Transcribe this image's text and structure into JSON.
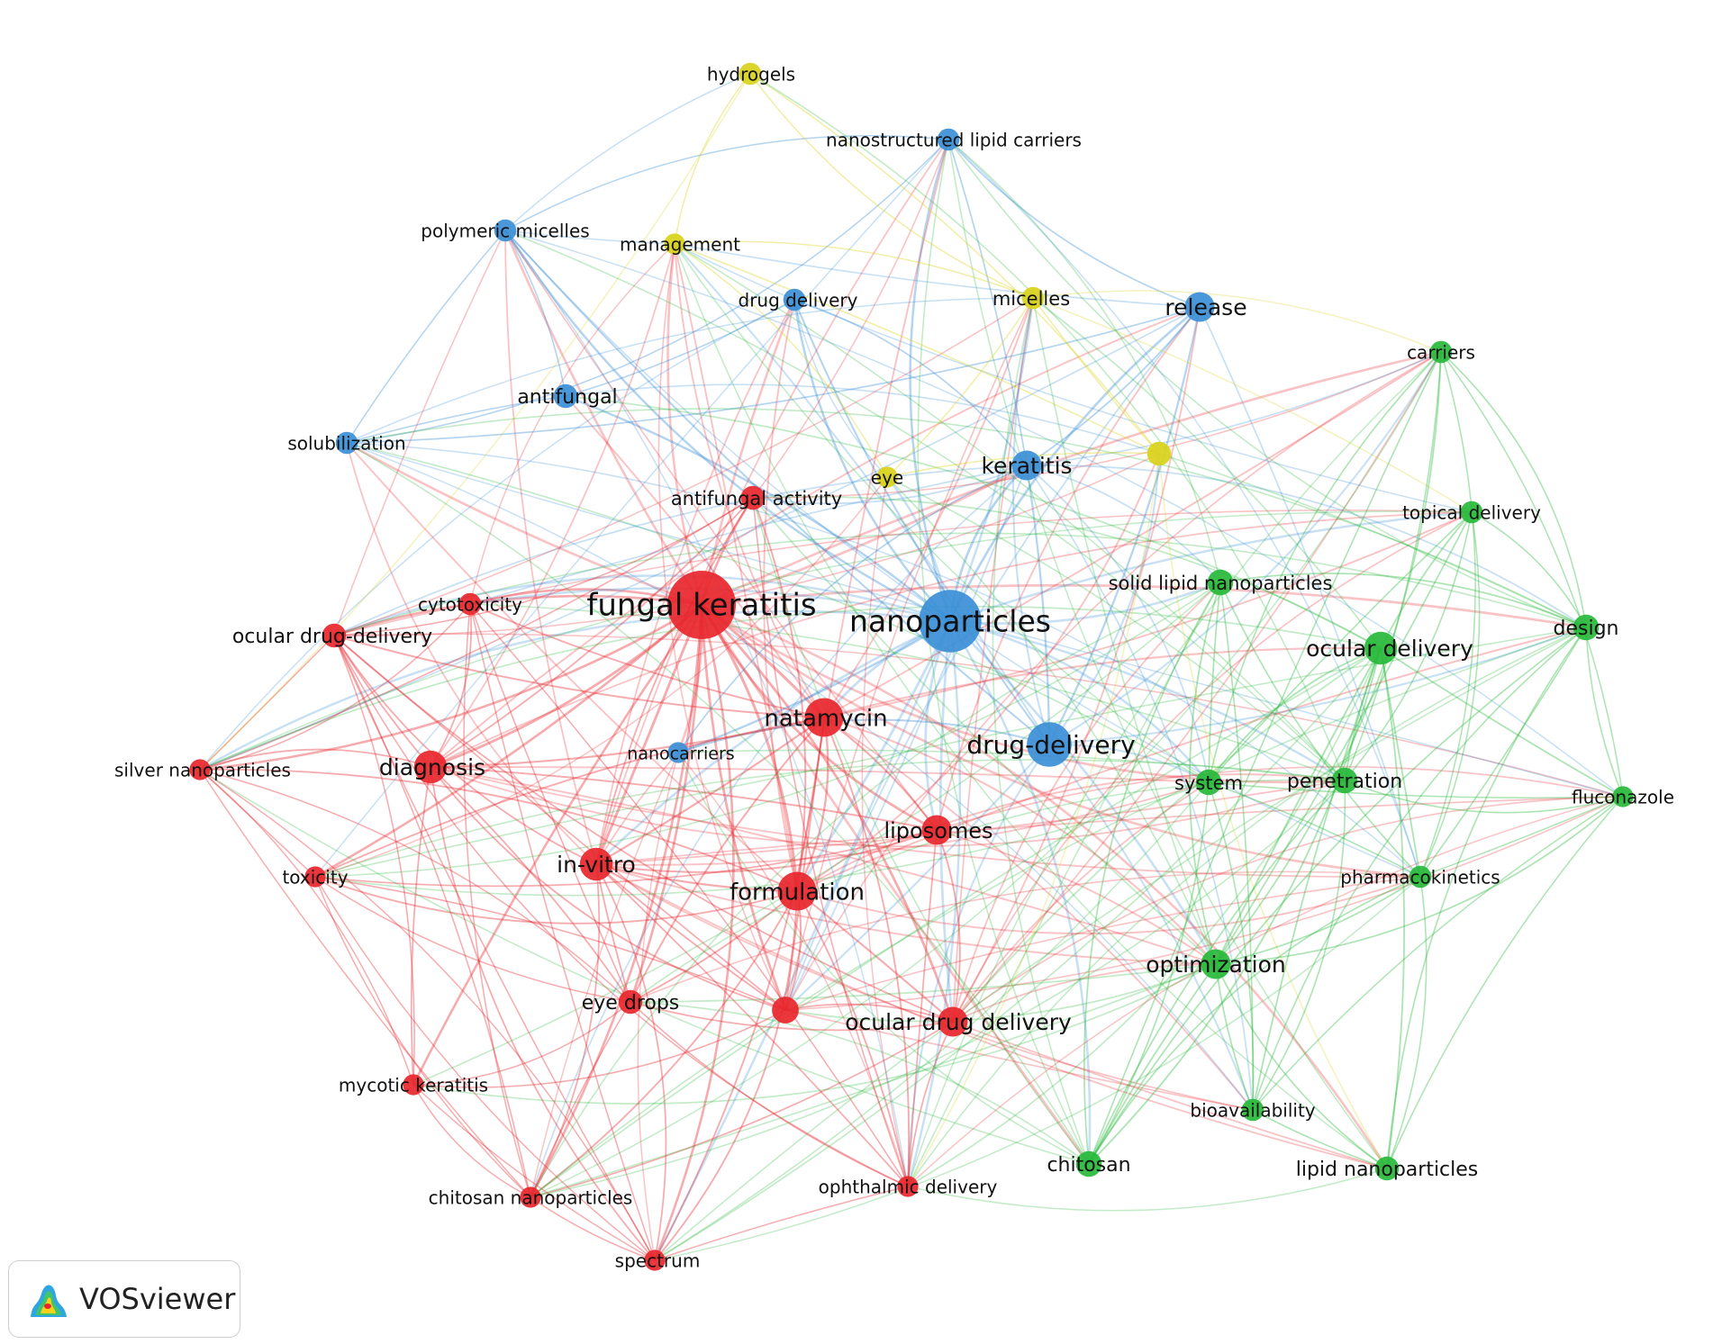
{
  "network": {
    "clusters": {
      "red": "#e8262d",
      "green": "#27b83a",
      "blue": "#3b8fd6",
      "yellow": "#d9d21a"
    },
    "nodes": [
      {
        "id": "fungal keratitis",
        "label": "fungal keratitis",
        "cluster": "red",
        "weight": 10
      },
      {
        "id": "nanoparticles",
        "label": "nanoparticles",
        "cluster": "blue",
        "weight": 9
      },
      {
        "id": "drug-delivery",
        "label": "drug-delivery",
        "cluster": "blue",
        "weight": 6
      },
      {
        "id": "natamycin",
        "label": "natamycin",
        "cluster": "red",
        "weight": 5
      },
      {
        "id": "formulation",
        "label": "formulation",
        "cluster": "red",
        "weight": 5
      },
      {
        "id": "in-vitro",
        "label": "in-vitro",
        "cluster": "red",
        "weight": 4
      },
      {
        "id": "diagnosis",
        "label": "diagnosis",
        "cluster": "red",
        "weight": 4
      },
      {
        "id": "liposomes",
        "label": "liposomes",
        "cluster": "red",
        "weight": 3.5
      },
      {
        "id": "ocular drug delivery",
        "label": "ocular drug delivery",
        "cluster": "red",
        "weight": 3.5
      },
      {
        "id": "eye drops",
        "label": "eye drops",
        "cluster": "red",
        "weight": 2.5
      },
      {
        "id": "unlabeled-red",
        "label": "",
        "cluster": "red",
        "weight": 3
      },
      {
        "id": "antifungal activity",
        "label": "antifungal activity",
        "cluster": "red",
        "weight": 2.5
      },
      {
        "id": "cytotoxicity",
        "label": "cytotoxicity",
        "cluster": "red",
        "weight": 2.2
      },
      {
        "id": "ocular drug-delivery",
        "label": "ocular drug-delivery",
        "cluster": "red",
        "weight": 2.5
      },
      {
        "id": "silver nanoparticles",
        "label": "silver nanoparticles",
        "cluster": "red",
        "weight": 2
      },
      {
        "id": "toxicity",
        "label": "toxicity",
        "cluster": "red",
        "weight": 2
      },
      {
        "id": "mycotic keratitis",
        "label": "mycotic keratitis",
        "cluster": "red",
        "weight": 2
      },
      {
        "id": "chitosan nanoparticles",
        "label": "chitosan nanoparticles",
        "cluster": "red",
        "weight": 2
      },
      {
        "id": "spectrum",
        "label": "spectrum",
        "cluster": "red",
        "weight": 2
      },
      {
        "id": "ophthalmic delivery",
        "label": "ophthalmic delivery",
        "cluster": "red",
        "weight": 2
      },
      {
        "id": "keratitis",
        "label": "keratitis",
        "cluster": "blue",
        "weight": 3.5
      },
      {
        "id": "release",
        "label": "release",
        "cluster": "blue",
        "weight": 3.5
      },
      {
        "id": "antifungal",
        "label": "antifungal",
        "cluster": "blue",
        "weight": 2.5
      },
      {
        "id": "polymeric micelles",
        "label": "polymeric micelles",
        "cluster": "blue",
        "weight": 2.2
      },
      {
        "id": "solubilization",
        "label": "solubilization",
        "cluster": "blue",
        "weight": 2.2
      },
      {
        "id": "nanostructured lipid carriers",
        "label": "nanostructured lipid carriers",
        "cluster": "blue",
        "weight": 2.2
      },
      {
        "id": "drug delivery",
        "label": "drug delivery",
        "cluster": "blue",
        "weight": 2.2
      },
      {
        "id": "nanocarriers",
        "label": "nanocarriers",
        "cluster": "blue",
        "weight": 2
      },
      {
        "id": "hydrogels",
        "label": "hydrogels",
        "cluster": "yellow",
        "weight": 2.2
      },
      {
        "id": "management",
        "label": "management",
        "cluster": "yellow",
        "weight": 2
      },
      {
        "id": "micelles",
        "label": "micelles",
        "cluster": "yellow",
        "weight": 2.2
      },
      {
        "id": "eye",
        "label": "eye",
        "cluster": "yellow",
        "weight": 2
      },
      {
        "id": "unlabeled-yellow",
        "label": "",
        "cluster": "yellow",
        "weight": 2.5
      },
      {
        "id": "ocular delivery",
        "label": "ocular delivery",
        "cluster": "green",
        "weight": 4
      },
      {
        "id": "optimization",
        "label": "optimization",
        "cluster": "green",
        "weight": 3.5
      },
      {
        "id": "solid lipid nanoparticles",
        "label": "solid lipid nanoparticles",
        "cluster": "green",
        "weight": 2.8
      },
      {
        "id": "system",
        "label": "system",
        "cluster": "green",
        "weight": 2.8
      },
      {
        "id": "penetration",
        "label": "penetration",
        "cluster": "green",
        "weight": 2.8
      },
      {
        "id": "design",
        "label": "design",
        "cluster": "green",
        "weight": 2.8
      },
      {
        "id": "carriers",
        "label": "carriers",
        "cluster": "green",
        "weight": 2.2
      },
      {
        "id": "topical delivery",
        "label": "topical delivery",
        "cluster": "green",
        "weight": 2.2
      },
      {
        "id": "fluconazole",
        "label": "fluconazole",
        "cluster": "green",
        "weight": 2
      },
      {
        "id": "pharmacokinetics",
        "label": "pharmacokinetics",
        "cluster": "green",
        "weight": 2.2
      },
      {
        "id": "bioavailability",
        "label": "bioavailability",
        "cluster": "green",
        "weight": 2.2
      },
      {
        "id": "chitosan",
        "label": "chitosan",
        "cluster": "green",
        "weight": 2.8
      },
      {
        "id": "lipid nanoparticles",
        "label": "lipid nanoparticles",
        "cluster": "green",
        "weight": 2.5
      }
    ]
  },
  "branding": {
    "app_name": "VOSviewer",
    "logo_icon": "vosviewer-logo-icon"
  }
}
